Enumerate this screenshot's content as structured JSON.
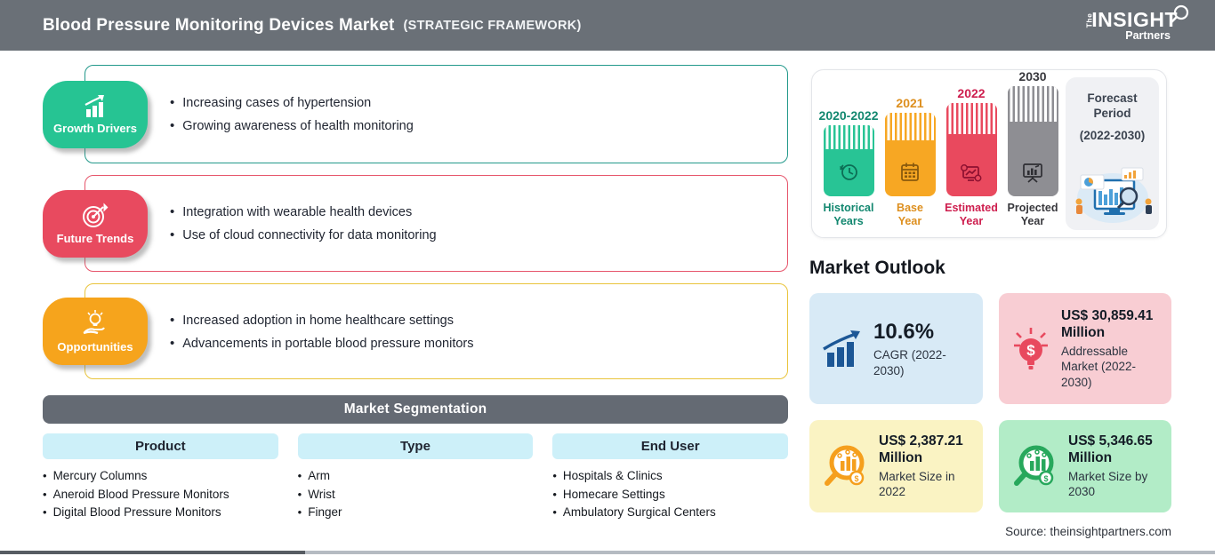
{
  "header": {
    "title": "Blood Pressure Monitoring Devices Market",
    "subtitle": "(STRATEGIC FRAMEWORK)",
    "logo": {
      "the": "The",
      "insight": "INSIGHT",
      "partners": "Partners"
    }
  },
  "panels": [
    {
      "label": "Growth Drivers",
      "icon": "bar-chart-growth-icon",
      "accent": "#26c493",
      "bullets": [
        "Increasing cases of hypertension",
        "Growing awareness of health monitoring"
      ]
    },
    {
      "label": "Future Trends",
      "icon": "target-dart-icon",
      "accent": "#e84a5f",
      "bullets": [
        "Integration with wearable health devices",
        "Use of cloud connectivity for data monitoring"
      ]
    },
    {
      "label": "Opportunities",
      "icon": "hand-lightbulb-icon",
      "accent": "#f6a41c",
      "bullets": [
        "Increased adoption in home healthcare settings",
        "Advancements in portable blood pressure monitors"
      ]
    }
  ],
  "segmentation": {
    "title": "Market Segmentation",
    "columns": [
      {
        "header": "Product",
        "items": [
          "Mercury Columns",
          "Aneroid Blood Pressure Monitors",
          "Digital Blood Pressure Monitors"
        ]
      },
      {
        "header": "Type",
        "items": [
          "Arm",
          "Wrist",
          "Finger"
        ]
      },
      {
        "header": "End User",
        "items": [
          "Hospitals & Clinics",
          "Homecare Settings",
          "Ambulatory Surgical Centers"
        ]
      }
    ]
  },
  "timeline": {
    "bars": [
      {
        "year": "2020-2022",
        "label_line1": "Historical",
        "label_line2": "Years",
        "icon": "clock-history-icon",
        "color": "#28c495"
      },
      {
        "year": "2021",
        "label_line1": "Base",
        "label_line2": "Year",
        "icon": "calendar-icon",
        "color": "#f7a723"
      },
      {
        "year": "2022",
        "label_line1": "Estimated",
        "label_line2": "Year",
        "icon": "chart-gear-icon",
        "color": "#e9495e"
      },
      {
        "year": "2030",
        "label_line1": "Projected",
        "label_line2": "Year",
        "icon": "presentation-chart-icon",
        "color": "#8e8e93"
      }
    ],
    "forecast": {
      "line1": "Forecast",
      "line2": "Period",
      "range": "(2022-2030)"
    }
  },
  "outlook": {
    "title": "Market Outlook",
    "cards": [
      {
        "value": "10.6%",
        "desc": "CAGR (2022-2030)",
        "icon": "bar-chart-arrow-icon",
        "bg": "#d8eaf6"
      },
      {
        "value": "US$ 30,859.41 Million",
        "desc": "Addressable Market (2022-2030)",
        "icon": "dollar-lightbulb-icon",
        "bg": "#f8cdd3"
      },
      {
        "value": "US$ 2,387.21 Million",
        "desc": "Market Size in 2022",
        "icon": "magnifier-chart-icon-orange",
        "bg": "#faf3c3"
      },
      {
        "value": "US$ 5,346.65 Million",
        "desc": "Market Size by 2030",
        "icon": "magnifier-chart-icon-green",
        "bg": "#b2ecc7"
      }
    ]
  },
  "source": "Source: theinsightpartners.com",
  "glyphs": {
    "dollar": "$"
  },
  "colors": {
    "header_bg": "#6a7077",
    "growth": "#26c493",
    "trends": "#e84a5f",
    "opportunities": "#f6a41c",
    "segmentation_bar": "#646a73",
    "segment_header_bg": "#cdf0f9",
    "cagr_card_bg": "#d8eaf6",
    "addressable_card_bg": "#f8cdd3",
    "size2022_card_bg": "#faf3c3",
    "size2030_card_bg": "#b2ecc7"
  }
}
